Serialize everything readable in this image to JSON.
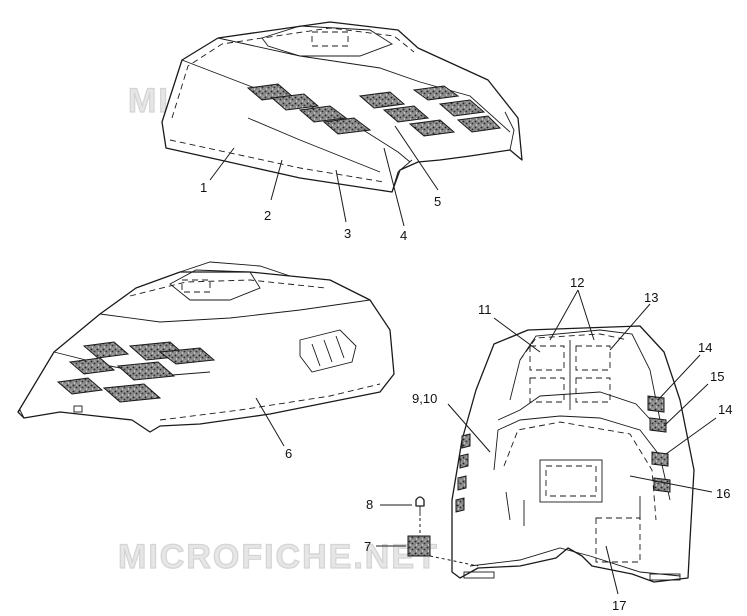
{
  "watermark": "MICROFICHE.NET",
  "callouts": {
    "c1": "1",
    "c2": "2",
    "c3": "3",
    "c4": "4",
    "c5": "5",
    "c6": "6",
    "c7": "7",
    "c8": "8",
    "c9_10": "9,10",
    "c11": "11",
    "c12": "12",
    "c13": "13",
    "c14a": "14",
    "c15": "15",
    "c14b": "14",
    "c16": "16",
    "c17": "17"
  }
}
